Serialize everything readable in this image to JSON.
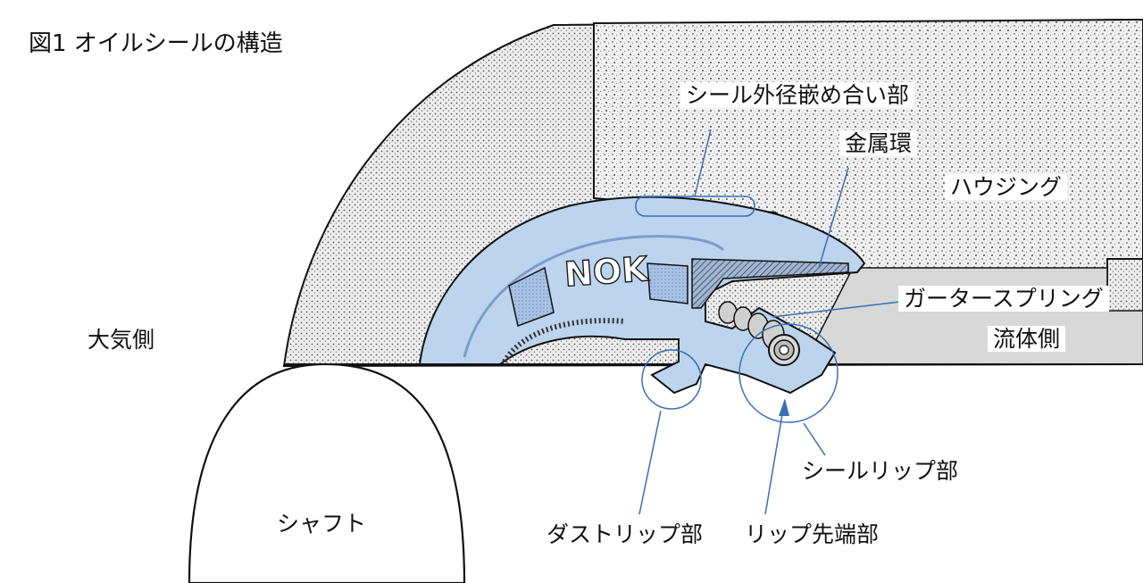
{
  "title": "図1 オイルシールの構造",
  "labels": {
    "outer_fit": "シール外径嵌め合い部",
    "metal_ring": "金属環",
    "housing": "ハウジング",
    "garter_spring": "ガータースプリング",
    "fluid_side": "流体側",
    "atmosphere_side": "大気側",
    "shaft": "シャフト",
    "dust_lip": "ダストリップ部",
    "lip_tip": "リップ先端部",
    "seal_lip": "シールリップ部"
  },
  "brand_mark": "NOK",
  "colors": {
    "seal_blue": "#bcd4ee",
    "seal_blue_dark": "#8fb0d8",
    "callout_line": "#3a6fb6",
    "housing_speckle": "#e9e9e9",
    "outline": "#111111"
  }
}
